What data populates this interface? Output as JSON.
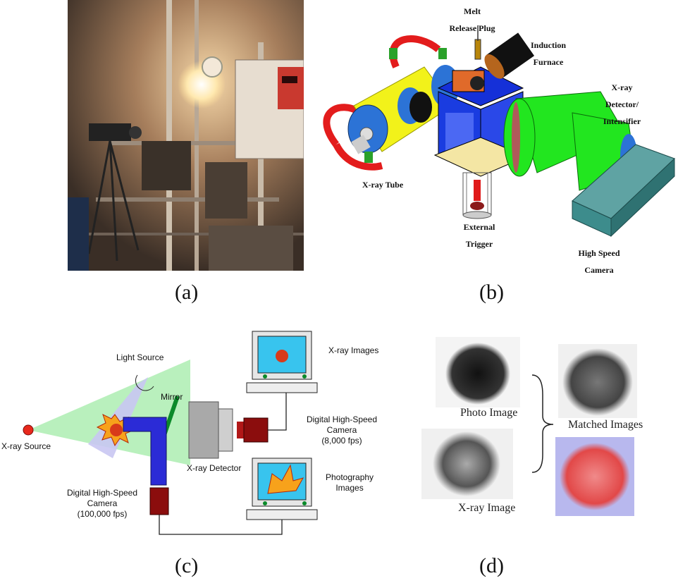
{
  "captions": {
    "a": "(a)",
    "b": "(b)",
    "c": "(c)",
    "d": "(d)"
  },
  "panel_b": {
    "melt_release_plug": [
      "Melt",
      "Release Plug"
    ],
    "induction_furnace": [
      "Induction",
      "Furnace"
    ],
    "xray_detector": [
      "X-ray",
      "Detector/",
      "Intensifier"
    ],
    "xray_tube": "X-ray Tube",
    "external_trigger": [
      "External",
      "Trigger"
    ],
    "high_speed_camera": [
      "High Speed",
      "Camera"
    ]
  },
  "panel_c": {
    "light_source": "Light Source",
    "mirror": "Mirror",
    "xray_source": "X-ray Source",
    "xray_detector": "X-ray Detector",
    "xray_images": "X-ray Images",
    "photography_images": [
      "Photography",
      "Images"
    ],
    "camera_8000": [
      "Digital High-Speed",
      "Camera",
      "(8,000 fps)"
    ],
    "camera_100000": [
      "Digital High-Speed",
      "Camera",
      "(100,000 fps)"
    ]
  },
  "panel_d": {
    "photo_image": "Photo Image",
    "xray_image": "X-ray Image",
    "matched_images": "Matched Images"
  },
  "colors": {
    "beam_green": "#b9f0bd",
    "light_purple": "#c9c6f2",
    "yellow_tube": "#f2f21a",
    "detector_green": "#22e61f",
    "camera_teal": "#3d8c8c",
    "monitor_cyan": "#38c4ee",
    "camera_red": "#8b0d0d"
  }
}
